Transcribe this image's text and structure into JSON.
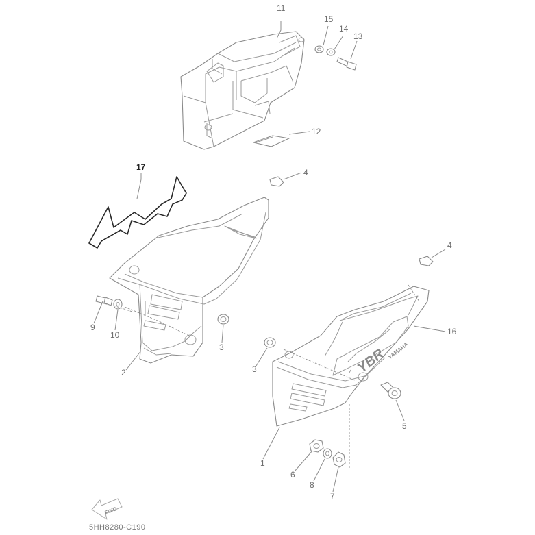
{
  "diagram": {
    "diagram_code": "5HH8280-C190",
    "fwd_label": "FWD",
    "logo_text": "YAMAHA",
    "model_text": "YBR",
    "callouts": {
      "c1": "1",
      "c2": "2",
      "c3a": "3",
      "c3b": "3",
      "c4a": "4",
      "c4b": "4",
      "c5": "5",
      "c6": "6",
      "c7": "7",
      "c8": "8",
      "c9": "9",
      "c10": "10",
      "c11": "11",
      "c12": "12",
      "c13": "13",
      "c14": "14",
      "c15": "15",
      "c16": "16",
      "c17": "17"
    }
  }
}
